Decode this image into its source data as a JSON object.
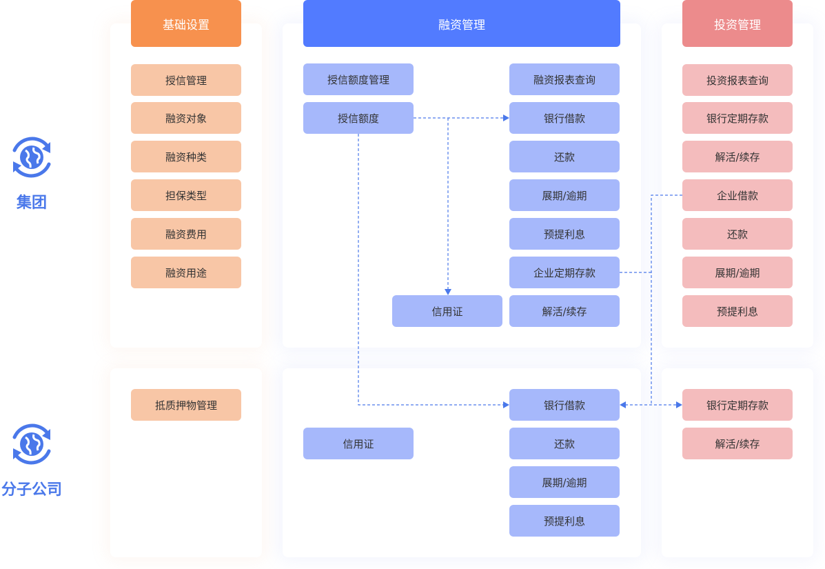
{
  "colors": {
    "orange_header": "#f7914e",
    "blue_header": "#527bff",
    "red_header": "#ec8b8c",
    "orange_item": "#f8c6a6",
    "blue_item": "#a6b8fb",
    "red_item": "#f4bcbd",
    "connector": "#4a78ea",
    "side_label": "#4a78ea"
  },
  "rows": [
    {
      "label": "集团",
      "icon": "globe-refresh-icon"
    },
    {
      "label": "分子公司",
      "icon": "globe-refresh-icon"
    }
  ],
  "columns": {
    "basic": {
      "title": "基础设置"
    },
    "financing": {
      "title": "融资管理"
    },
    "investment": {
      "title": "投资管理"
    }
  },
  "group": {
    "basic": [
      "授信管理",
      "融资对象",
      "融资种类",
      "担保类型",
      "融资费用",
      "融资用途"
    ],
    "financing_left": [
      "授信额度管理",
      "授信额度",
      "信用证"
    ],
    "financing_right": [
      "融资报表查询",
      "银行借款",
      "还款",
      "展期/逾期",
      "预提利息",
      "企业定期存款",
      "解活/续存"
    ],
    "investment": [
      "投资报表查询",
      "银行定期存款",
      "解活/续存",
      "企业借款",
      "还款",
      "展期/逾期",
      "预提利息"
    ]
  },
  "subsidiary": {
    "basic": [
      "抵质押物管理"
    ],
    "financing_left": [
      "信用证"
    ],
    "financing_right": [
      "银行借款",
      "还款",
      "展期/逾期",
      "预提利息"
    ],
    "investment": [
      "银行定期存款",
      "解活/续存"
    ]
  }
}
